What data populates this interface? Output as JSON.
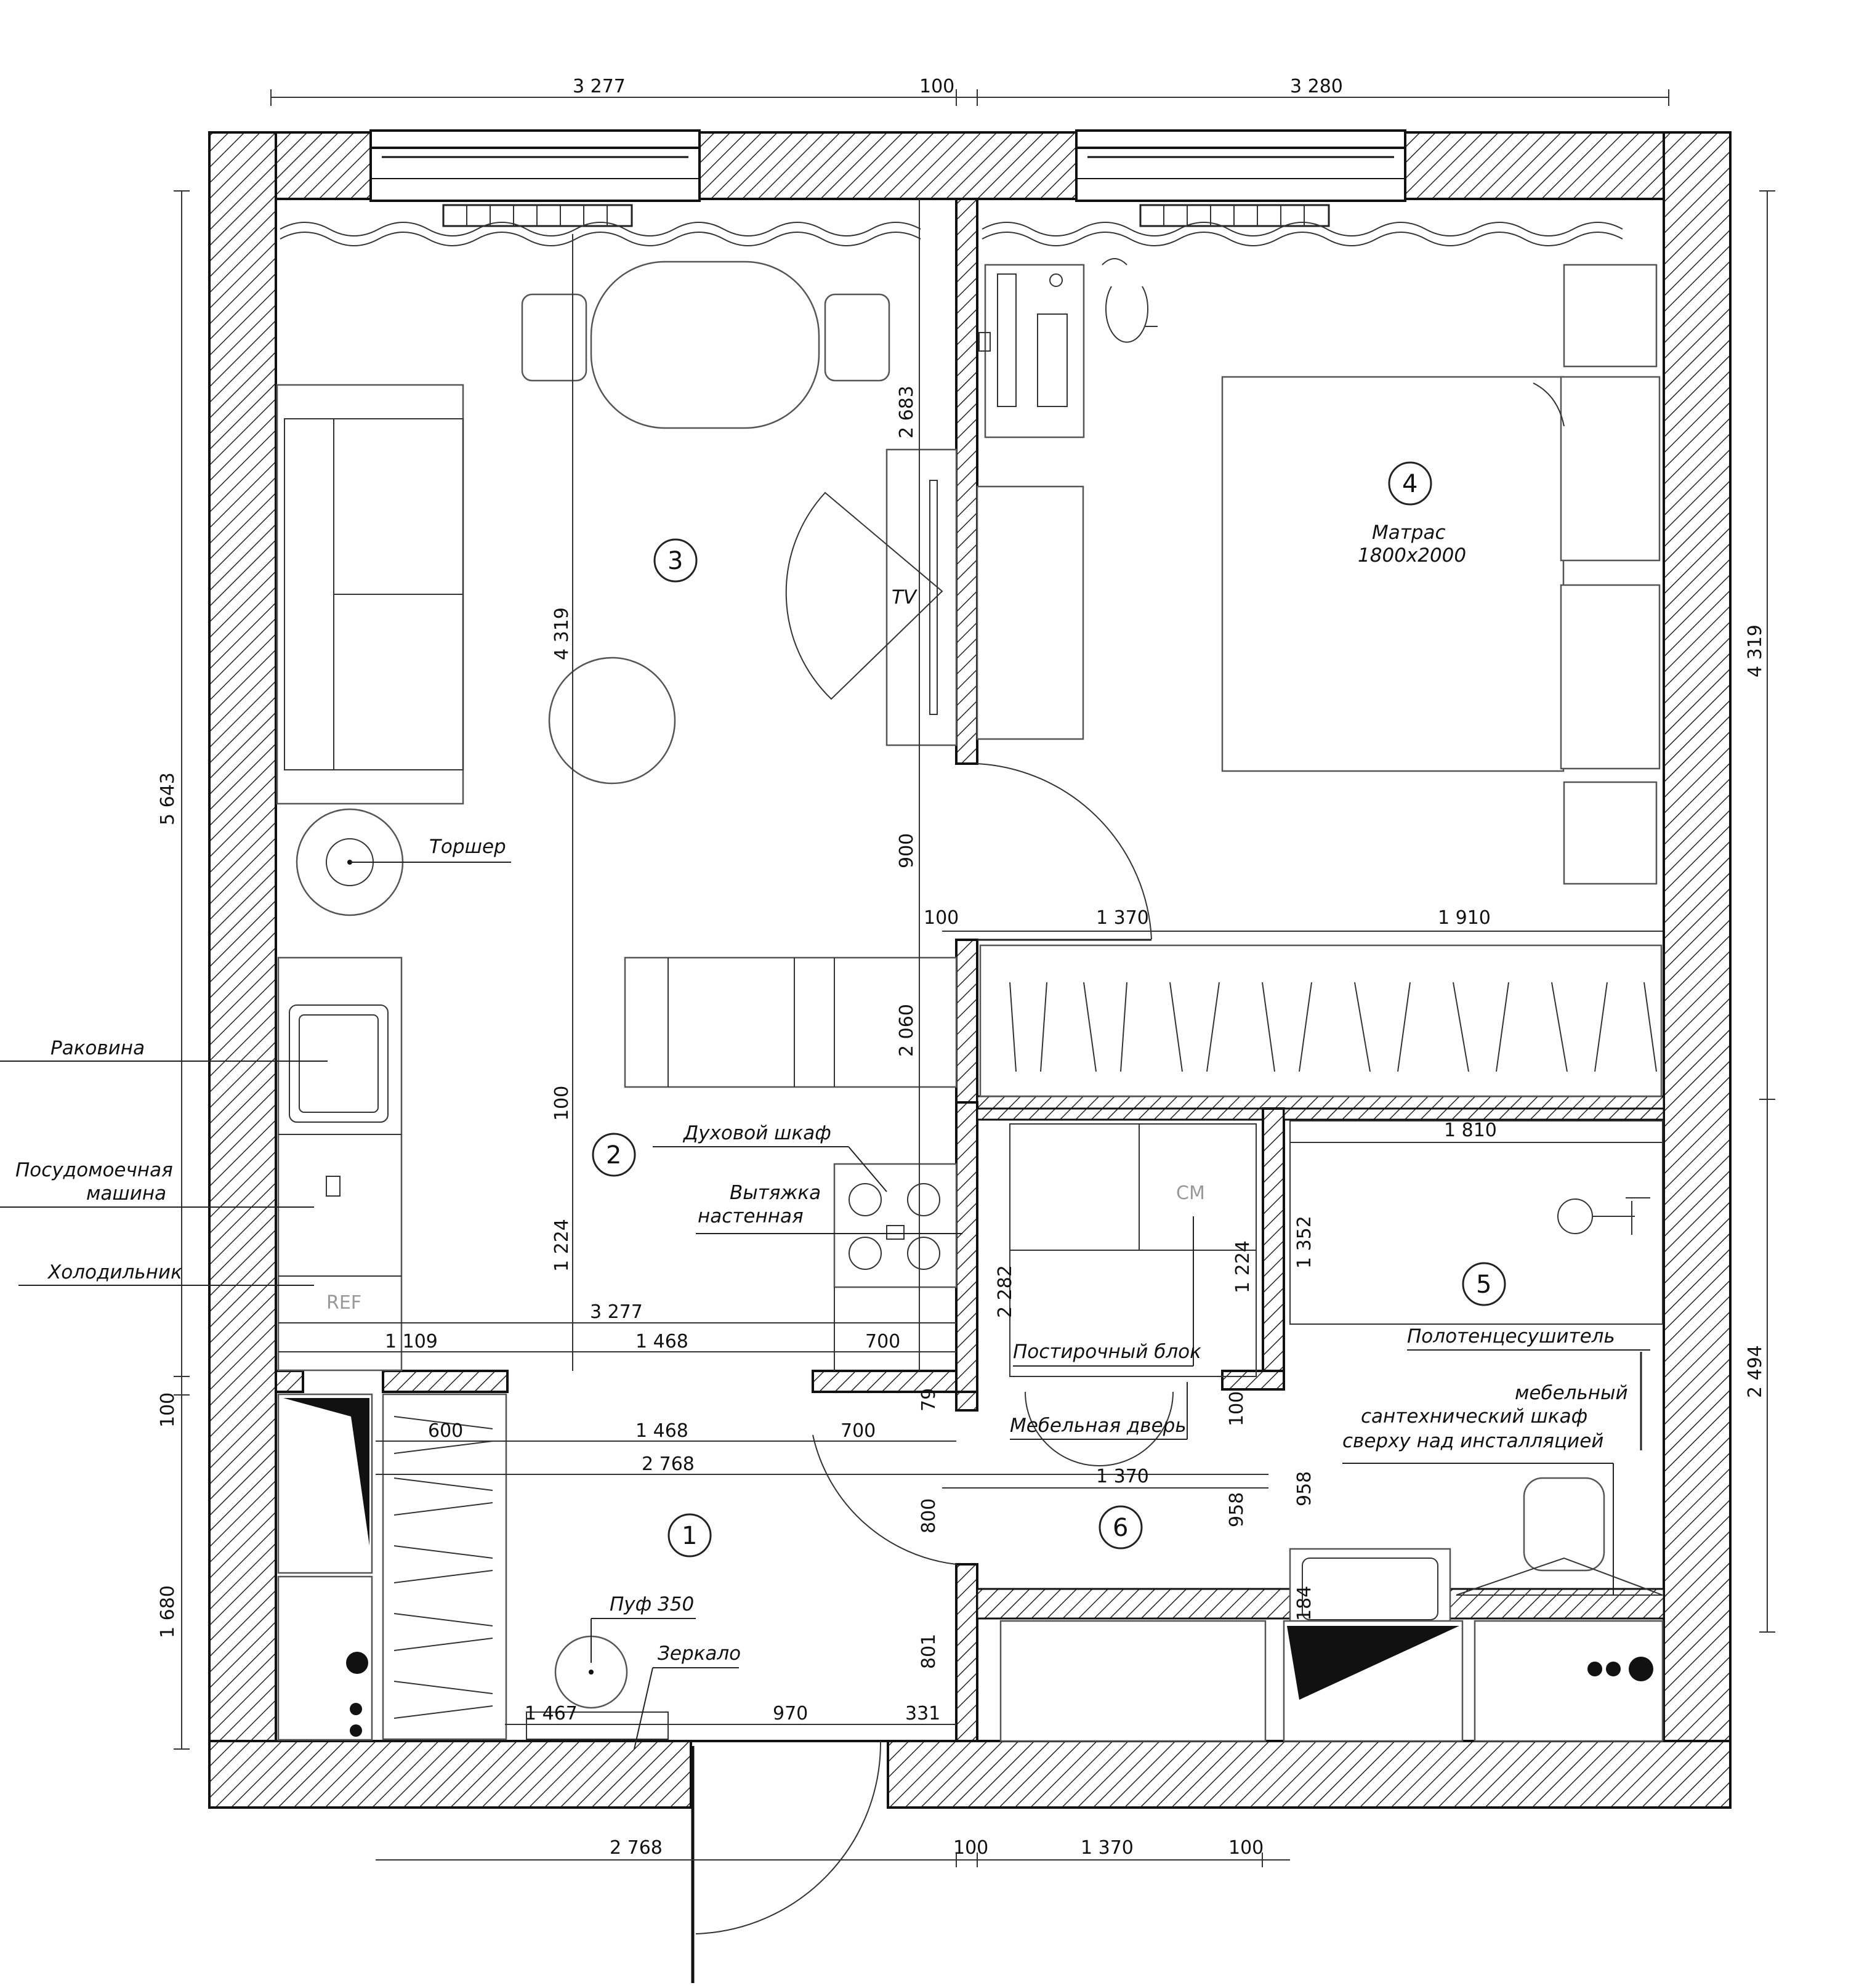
{
  "dimensions": {
    "top_left": "3 277",
    "top_mid": "100",
    "top_right": "3 280",
    "left_total": "5 643",
    "left_100": "100",
    "left_1680": "1 680",
    "right_4319": "4 319",
    "right_2494": "2 494",
    "d2683": "2 683",
    "d4319": "4 319",
    "d900": "900",
    "d100a": "100",
    "d1370a": "1 370",
    "d1910": "1 910",
    "d2060": "2 060",
    "d100b": "100",
    "d1224a": "1 224",
    "d3277b": "3 277",
    "d1109": "1 109",
    "d1468a": "1 468",
    "d700a": "700",
    "d1810": "1 810",
    "d1352": "1 352",
    "d2282": "2 282",
    "d1224b": "1 224",
    "d600": "600",
    "d1468b": "1 468",
    "d700b": "700",
    "d79": "79",
    "d100c": "100",
    "d2768a": "2 768",
    "d1370b": "1 370",
    "d800": "800",
    "d958a": "958",
    "d958b": "958",
    "d184": "184",
    "d801": "801",
    "d1467": "1 467",
    "d970": "970",
    "d331": "331",
    "b2768": "2 768",
    "b100a": "100",
    "b1370": "1 370",
    "b100b": "100"
  },
  "rooms": {
    "r1": "1",
    "r2": "2",
    "r3": "3",
    "r4": "4",
    "r5": "5",
    "r6": "6"
  },
  "labels": {
    "torsher": "Торшер",
    "tv": "TV",
    "mattress": "Матрас",
    "mattress_size": "1800х2000",
    "sink": "Раковина",
    "dishwasher_1": "Посудомоечная",
    "dishwasher_2": "машина",
    "fridge": "Холодильник",
    "oven": "Духовой шкаф",
    "hood_1": "Вытяжка",
    "hood_2": "настенная",
    "ref": "REF",
    "cm": "СМ",
    "laundry": "Постирочный блок",
    "furniture_door": "Мебельная дверь",
    "towel_dryer": "Полотенцесушитель",
    "cabinet_1": "мебельный",
    "cabinet_2": "сантехнический шкаф",
    "cabinet_3": "сверху над инсталляцией",
    "pouf": "Пуф 350",
    "mirror": "Зеркало"
  },
  "colors": {
    "ink": "#111111",
    "wall_hatch": "#222222",
    "furniture": "#555555",
    "paper": "#ffffff"
  }
}
